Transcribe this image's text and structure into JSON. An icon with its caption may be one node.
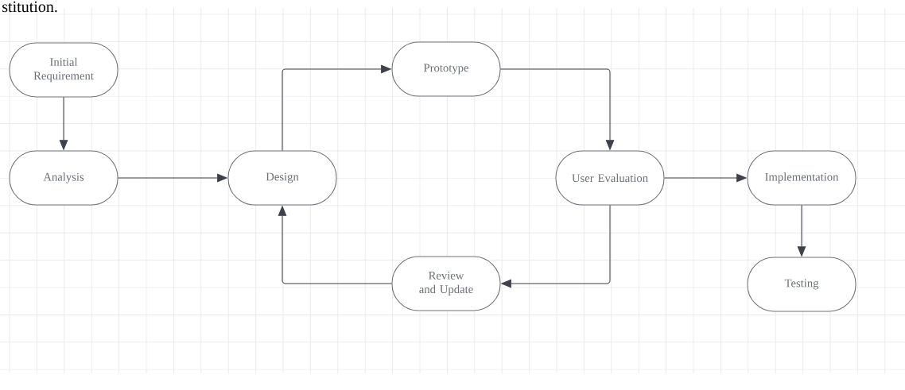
{
  "diagram": {
    "nodes": [
      {
        "text": [
          "Initial Requirement"
        ]
      },
      {
        "text": [
          "Analysis"
        ]
      },
      {
        "text": [
          "Design"
        ]
      },
      {
        "text": [
          "Prototype"
        ]
      },
      {
        "text": [
          "User Evaluation"
        ]
      },
      {
        "text": [
          "Implementation"
        ]
      },
      {
        "text": [
          "Review and Update"
        ]
      },
      {
        "text": [
          "Testing"
        ]
      }
    ],
    "edges": [
      {
        "from": 0,
        "to": 1,
        "arrow": "to"
      },
      {
        "from": 1,
        "to": 2,
        "arrow": "to"
      },
      {
        "from": 2,
        "to": 3,
        "arrow": "to"
      },
      {
        "from": 3,
        "to": 4,
        "arrow": "to"
      },
      {
        "from": 4,
        "to": 5,
        "arrow": "to"
      },
      {
        "from": 4,
        "to": 6,
        "arrow": "to"
      },
      {
        "from": 6,
        "to": 2,
        "arrow": "to"
      },
      {
        "from": 5,
        "to": 7,
        "arrow": "to"
      }
    ],
    "labels": [
      "stitution."
    ]
  }
}
